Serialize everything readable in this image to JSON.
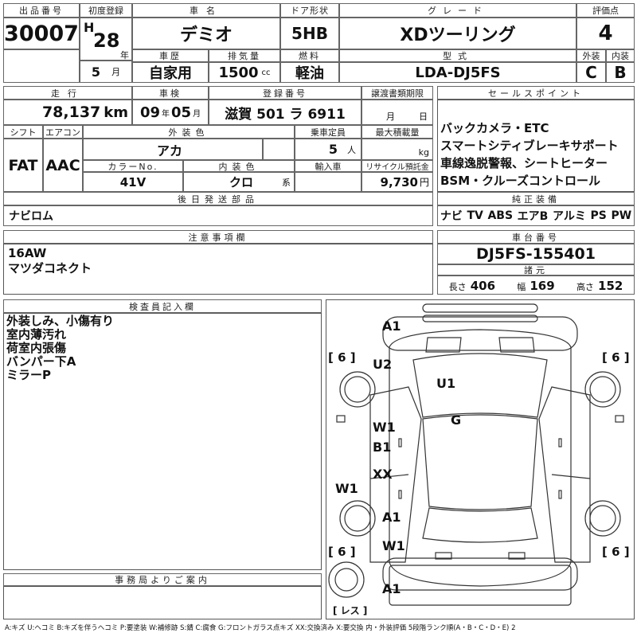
{
  "header": {
    "lot_label": "出品番号",
    "lot_value": "30007",
    "first_reg_label": "初度登録",
    "era": "H",
    "year": "28",
    "year_unit": "年",
    "month": "5",
    "month_unit": "月",
    "name_label": "車名",
    "name_value": "デミオ",
    "history_label": "車歴",
    "history_value": "自家用",
    "displacement_label": "排気量",
    "displacement_value": "1500",
    "displacement_unit": "cc",
    "door_label": "ドア形状",
    "door_value": "5HB",
    "fuel_label": "燃料",
    "fuel_value": "軽油",
    "grade_label": "グレード",
    "grade_value": "XDツーリング",
    "model_label": "型式",
    "model_value": "LDA-DJ5FS",
    "score_label": "評価点",
    "score_value": "4",
    "ext_label": "外装",
    "ext_value": "C",
    "int_label": "内装",
    "int_value": "B"
  },
  "row2": {
    "mileage_label": "走行",
    "mileage_value": "78,137",
    "mileage_unit": "km",
    "inspection_label": "車検",
    "insp_year": "09",
    "insp_year_unit": "年",
    "insp_month": "05",
    "insp_month_unit": "月",
    "plate_label": "登録番号",
    "plate_value": "滋賀 501 ラ 6911",
    "transfer_label": "譲渡書類期限",
    "transfer_month": "月",
    "transfer_day": "日",
    "shift_label": "シフト",
    "shift_value": "FAT",
    "ac_label": "エアコン",
    "ac_value": "AAC",
    "ext_color_label": "外装色",
    "ext_color_value": "アカ",
    "capacity_label": "乗車定員",
    "capacity_value": "5",
    "capacity_unit": "人",
    "max_load_label": "最大積載量",
    "max_load_unit": "kg",
    "color_no_label": "カラーNo.",
    "color_no_value": "41V",
    "int_color_label": "内装色",
    "int_color_value": "クロ",
    "int_color_unit": "系",
    "import_label": "輸入車",
    "recycle_label": "リサイクル預託金",
    "recycle_value": "9,730",
    "recycle_unit": "円",
    "later_label": "後日発送部品",
    "later_value": "ナビロム"
  },
  "sales": {
    "label": "セールスポイント",
    "lines": [
      "バックカメラ・ETC",
      "スマートシティブレーキサポート",
      "車線逸脱警報、シートヒーター",
      "BSM・クルーズコントロール"
    ]
  },
  "equipment": {
    "label": "純正装備",
    "items": [
      "ナビ",
      "TV",
      "ABS",
      "エアB",
      "アルミ",
      "PS",
      "PW"
    ]
  },
  "notes": {
    "label": "注意事項欄",
    "lines": [
      "16AW",
      "マツダコネクト"
    ]
  },
  "chassis": {
    "label": "車台番号",
    "value": "DJ5FS-155401",
    "spec_label": "諸元",
    "length_label": "長さ",
    "length_value": "406",
    "width_label": "幅",
    "width_value": "169",
    "height_label": "高さ",
    "height_value": "152"
  },
  "inspector": {
    "label": "検査員記入欄",
    "lines": [
      "外装しみ、小傷有り",
      "室内薄汚れ",
      "荷室内張傷",
      "バンパー下A",
      "ミラーP"
    ]
  },
  "office": {
    "label": "事務局よりご案内"
  },
  "diagram": {
    "a1_top": "A1",
    "u2": "U2",
    "u1": "U1",
    "g": "G",
    "w1_left": "W1",
    "b1": "B1",
    "xx": "XX",
    "w1_side": "W1",
    "a1_mid": "A1",
    "w1_bot": "W1",
    "a1_bottom": "A1",
    "tire_fl": "[ 6 ]",
    "tire_fr": "[ 6 ]",
    "tire_rl": "[ 6 ]",
    "tire_rr": "[ 6 ]",
    "spare": "[ レス ]"
  },
  "legend": "A:キズ U:ヘコミ B:キズを伴うヘコミ P:要塗装 W:補修跡 S:錆 C:腐食 G:フロントガラス点キズ XX:交換済み X:要交換 内・外装評価 5段階ランク順(A・B・C・D・E) 2"
}
